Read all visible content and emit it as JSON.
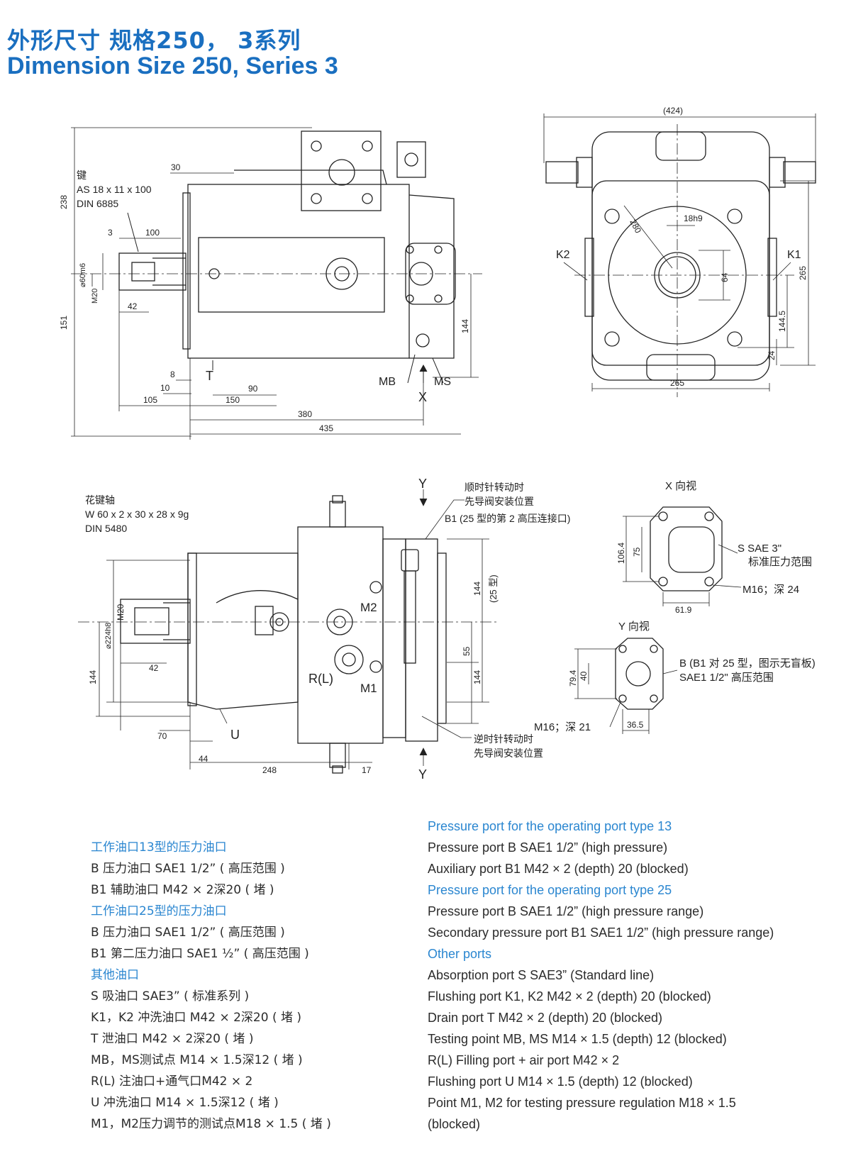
{
  "title": {
    "zh": "外形尺寸  规格250，  3系列",
    "en": "Dimension  Size 250, Series 3"
  },
  "colors": {
    "accent": "#1a6fc0",
    "heading": "#2a86d0",
    "line": "#222222"
  },
  "top_view": {
    "key_label": [
      "键",
      "AS 18 x 11 x 100",
      "DIN 6885"
    ],
    "dims": [
      "238",
      "151",
      "30",
      "3",
      "100",
      "⌀60m6",
      "M20",
      "42",
      "8",
      "10",
      "105",
      "150",
      "90",
      "380",
      "435",
      "144"
    ],
    "port_labels": [
      "T",
      "MB",
      "MS",
      "X"
    ]
  },
  "front_view": {
    "dims": [
      "(424)",
      "280",
      "18h9",
      "64",
      "265",
      "144.5",
      "24",
      "265"
    ],
    "port_labels": [
      "K2",
      "K1"
    ]
  },
  "side_view": {
    "spline_label": [
      "花键轴",
      "W 60 x 2 x 30 x 28 x 9g",
      "DIN 5480"
    ],
    "dims": [
      "M20",
      "⌀224h8",
      "42",
      "144",
      "70",
      "44",
      "248",
      "17",
      "144",
      "(25 型)",
      "55",
      "144"
    ],
    "port_labels": [
      "U",
      "M2",
      "M1",
      "R(L)",
      "Y",
      "Y"
    ],
    "notes": [
      "顺时针转动时",
      "先导阀安装位置",
      "B1 (25 型的第 2 高压连接口)",
      "逆时针转动时",
      "先导阀安装位置"
    ]
  },
  "x_view": {
    "title": "X 向视",
    "dims": [
      "106.4",
      "75",
      "61.9"
    ],
    "labels": [
      "S SAE 3\"",
      "标准压力范围",
      "M16；深 24"
    ]
  },
  "y_view": {
    "title": "Y 向视",
    "dims": [
      "79.4",
      "40",
      "36.5"
    ],
    "labels": [
      "B (B1 对 25 型，图示无盲板)",
      "SAE1 1/2\"   高压范围",
      "M16；深 21"
    ]
  },
  "left_list": {
    "items": [
      {
        "text": "工作油口13型的压力油口",
        "heading": true
      },
      {
        "text": "B  压力油口     SAE1 1/2”  ( 高压范围 )"
      },
      {
        "text": "B1 辅助油口     M42 × 2深20 ( 堵 )"
      },
      {
        "text": "工作油口25型的压力油口",
        "heading": true
      },
      {
        "text": "B  压力油口     SAE1 1/2”  ( 高压范围 )"
      },
      {
        "text": "B1 第二压力油口 SAE1 ½”  ( 高压范围 )"
      },
      {
        "text": "其他油口",
        "heading": true
      },
      {
        "text": "S     吸油口    SAE3”  ( 标准系列 )"
      },
      {
        "text": "K1，K2 冲洗油口  M42 × 2深20 ( 堵 )"
      },
      {
        "text": "T     泄油口    M42 × 2深20 ( 堵 )"
      },
      {
        "text": "MB，MS测试点    M14 × 1.5深12 ( 堵 )"
      },
      {
        "text": "R(L)  注油口+通气口M42 × 2"
      },
      {
        "text": "U     冲洗油口  M14 × 1.5深12 ( 堵 )"
      },
      {
        "text": "M1，M2压力调节的测试点M18 × 1.5 ( 堵 )"
      }
    ]
  },
  "right_list": {
    "items": [
      {
        "text": "Pressure port for the operating port type 13",
        "heading": true
      },
      {
        "text": "Pressure port B     SAE1 1/2”  (high pressure)"
      },
      {
        "text": "Auxiliary port B1 M42 × 2 (depth) 20 (blocked)"
      },
      {
        "text": "Pressure port for the operating port type 25",
        "heading": true
      },
      {
        "text": "Pressure port B SAE1 1/2”  (high pressure range)"
      },
      {
        "text": "Secondary pressure port B1  SAE1 1/2”  (high pressure range)"
      },
      {
        "text": "Other ports",
        "heading": true
      },
      {
        "text": "Absorption port S  SAE3”  (Standard line)"
      },
      {
        "text": "Flushing port K1, K2  M42 × 2 (depth) 20 (blocked)"
      },
      {
        "text": "Drain port T  M42 × 2 (depth) 20 (blocked)"
      },
      {
        "text": "Testing point MB, MS  M14 × 1.5 (depth) 12 (blocked)"
      },
      {
        "text": "R(L)   Filling port + air port M42 × 2"
      },
      {
        "text": "Flushing port U  M14 × 1.5 (depth) 12 (blocked)"
      },
      {
        "text": "Point M1, M2 for testing pressure regulation  M18 × 1.5"
      },
      {
        "text": "(blocked)"
      }
    ]
  }
}
